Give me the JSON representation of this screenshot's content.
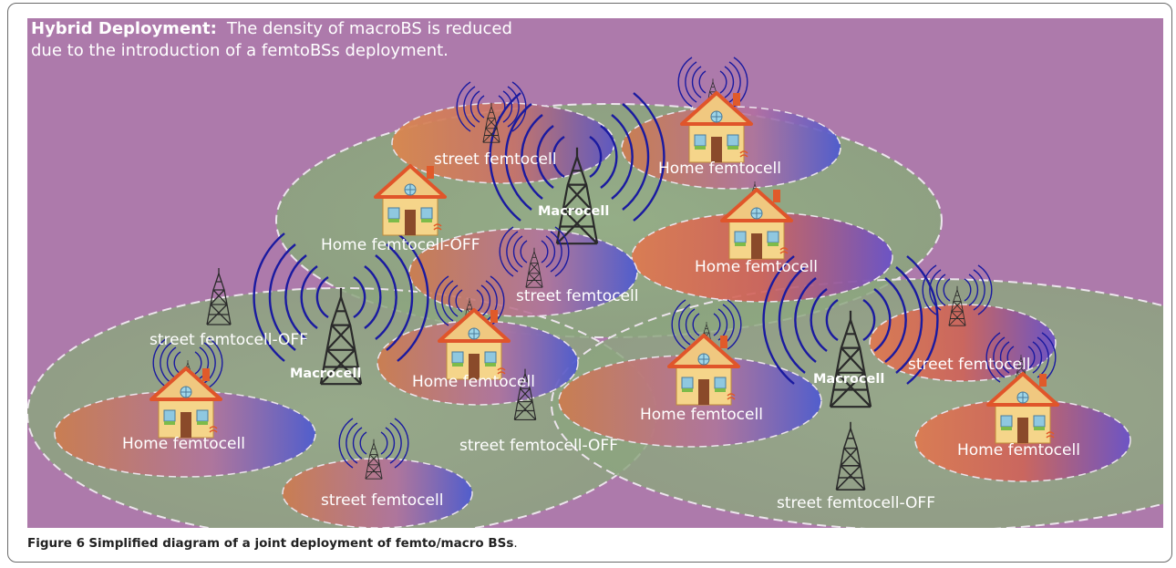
{
  "header": {
    "bold": "Hybrid Deployment:",
    "line1_rest": "The density of macroBS is reduced",
    "line2": "due to the introduction of a femtoBSs deployment."
  },
  "caption": {
    "label": "Figure 6",
    "text": "Simplified diagram of a joint deployment of femto/macro BSs",
    "end": "."
  },
  "labels": {
    "macrocell": "Macrocell",
    "street_femtocell": "street femtocell",
    "street_femtocell_off": "street femtocell-OFF",
    "home_femtocell": "Home femtocell",
    "home_femtocell_off": "Home femtocell-OFF"
  },
  "colors": {
    "background": "#ad7aab",
    "macro_cell_fill": "#8fa882",
    "cell_border": "#e8e0e8",
    "wave": "#1a1aa0",
    "femto_orange": "#d4824a",
    "femto_blue": "#5a5ac8"
  }
}
